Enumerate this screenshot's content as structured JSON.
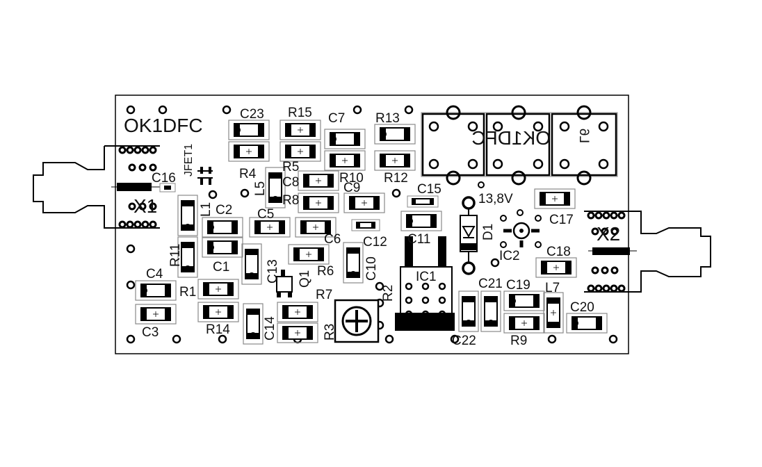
{
  "board": {
    "logo": "OK1DFC",
    "mirrored_logo": "OK1DFC",
    "voltage": "13,8V"
  },
  "connectors": {
    "x1": "X1",
    "x2": "X2"
  },
  "labels": {
    "c23": "C23",
    "r15": "R15",
    "c7": "C7",
    "r13": "R13",
    "jfet1": "JFET1",
    "c16": "C16",
    "r4": "R4",
    "r5": "R5",
    "l5": "L5",
    "c8": "C8",
    "r10": "R10",
    "r12": "R12",
    "c9": "C9",
    "c15": "C15",
    "r8": "R8",
    "l1": "L1",
    "c2": "C2",
    "c5": "C5",
    "c6": "C6",
    "c12": "C12",
    "c11": "C11",
    "d1": "D1",
    "c17": "C17",
    "ic2": "IC2",
    "c18": "C18",
    "l6": "L6",
    "r11": "R11",
    "c1": "C1",
    "c13": "C13",
    "r6": "R6",
    "c10": "C10",
    "q1": "Q1",
    "ic1": "IC1",
    "c4": "C4",
    "r1": "R1",
    "r7": "R7",
    "r2": "R2",
    "c21": "C21",
    "c19": "C19",
    "l7": "L7",
    "c3": "C3",
    "r14": "R14",
    "c14": "C14",
    "r3": "R3",
    "c22": "C22",
    "r9": "R9",
    "c20": "C20"
  }
}
